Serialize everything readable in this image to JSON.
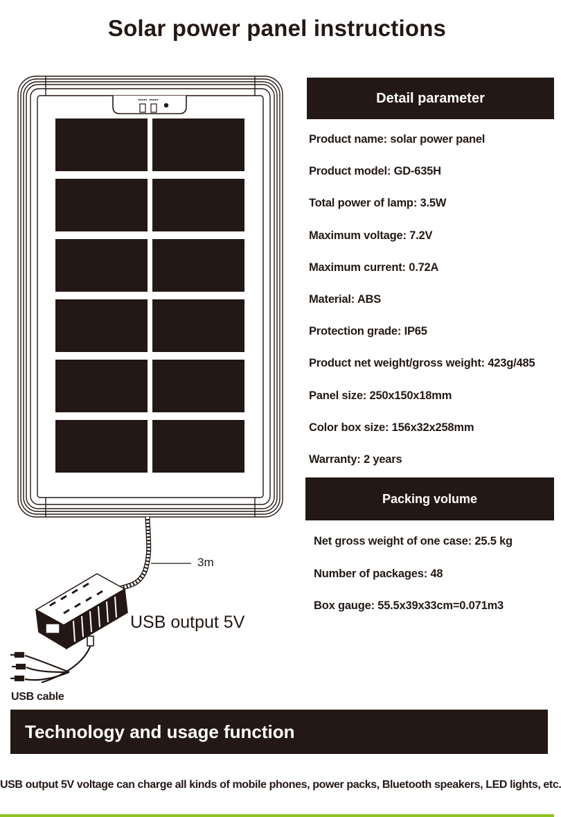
{
  "title": "Solar power panel instructions",
  "diagram": {
    "cable_length": "3m",
    "usb_output": "USB output 5V",
    "usb_cable": "USB cable"
  },
  "detail": {
    "heading": "Detail  parameter",
    "items": [
      "Product name: solar power panel",
      "Product model: GD-635H",
      "Total power of lamp: 3.5W",
      "Maximum voltage: 7.2V",
      "Maximum current: 0.72A",
      "Material: ABS",
      "Protection grade: IP65",
      "Product net weight/gross weight: 423g/485",
      "Panel size: 250x150x18mm",
      "Color box size: 156x32x258mm",
      "Warranty: 2 years"
    ]
  },
  "packing": {
    "heading": "Packing volume",
    "items": [
      "Net gross weight of one case: 25.5 kg",
      "Number of packages: 48",
      "Box gauge: 55.5x39x33cm=0.071m3"
    ]
  },
  "technology": {
    "heading": "Technology and usage function",
    "text": "USB output 5V voltage can charge all kinds of mobile phones, power packs, Bluetooth speakers, LED lights, etc."
  },
  "colors": {
    "dark": "#231815",
    "accent": "#8dc21f"
  }
}
